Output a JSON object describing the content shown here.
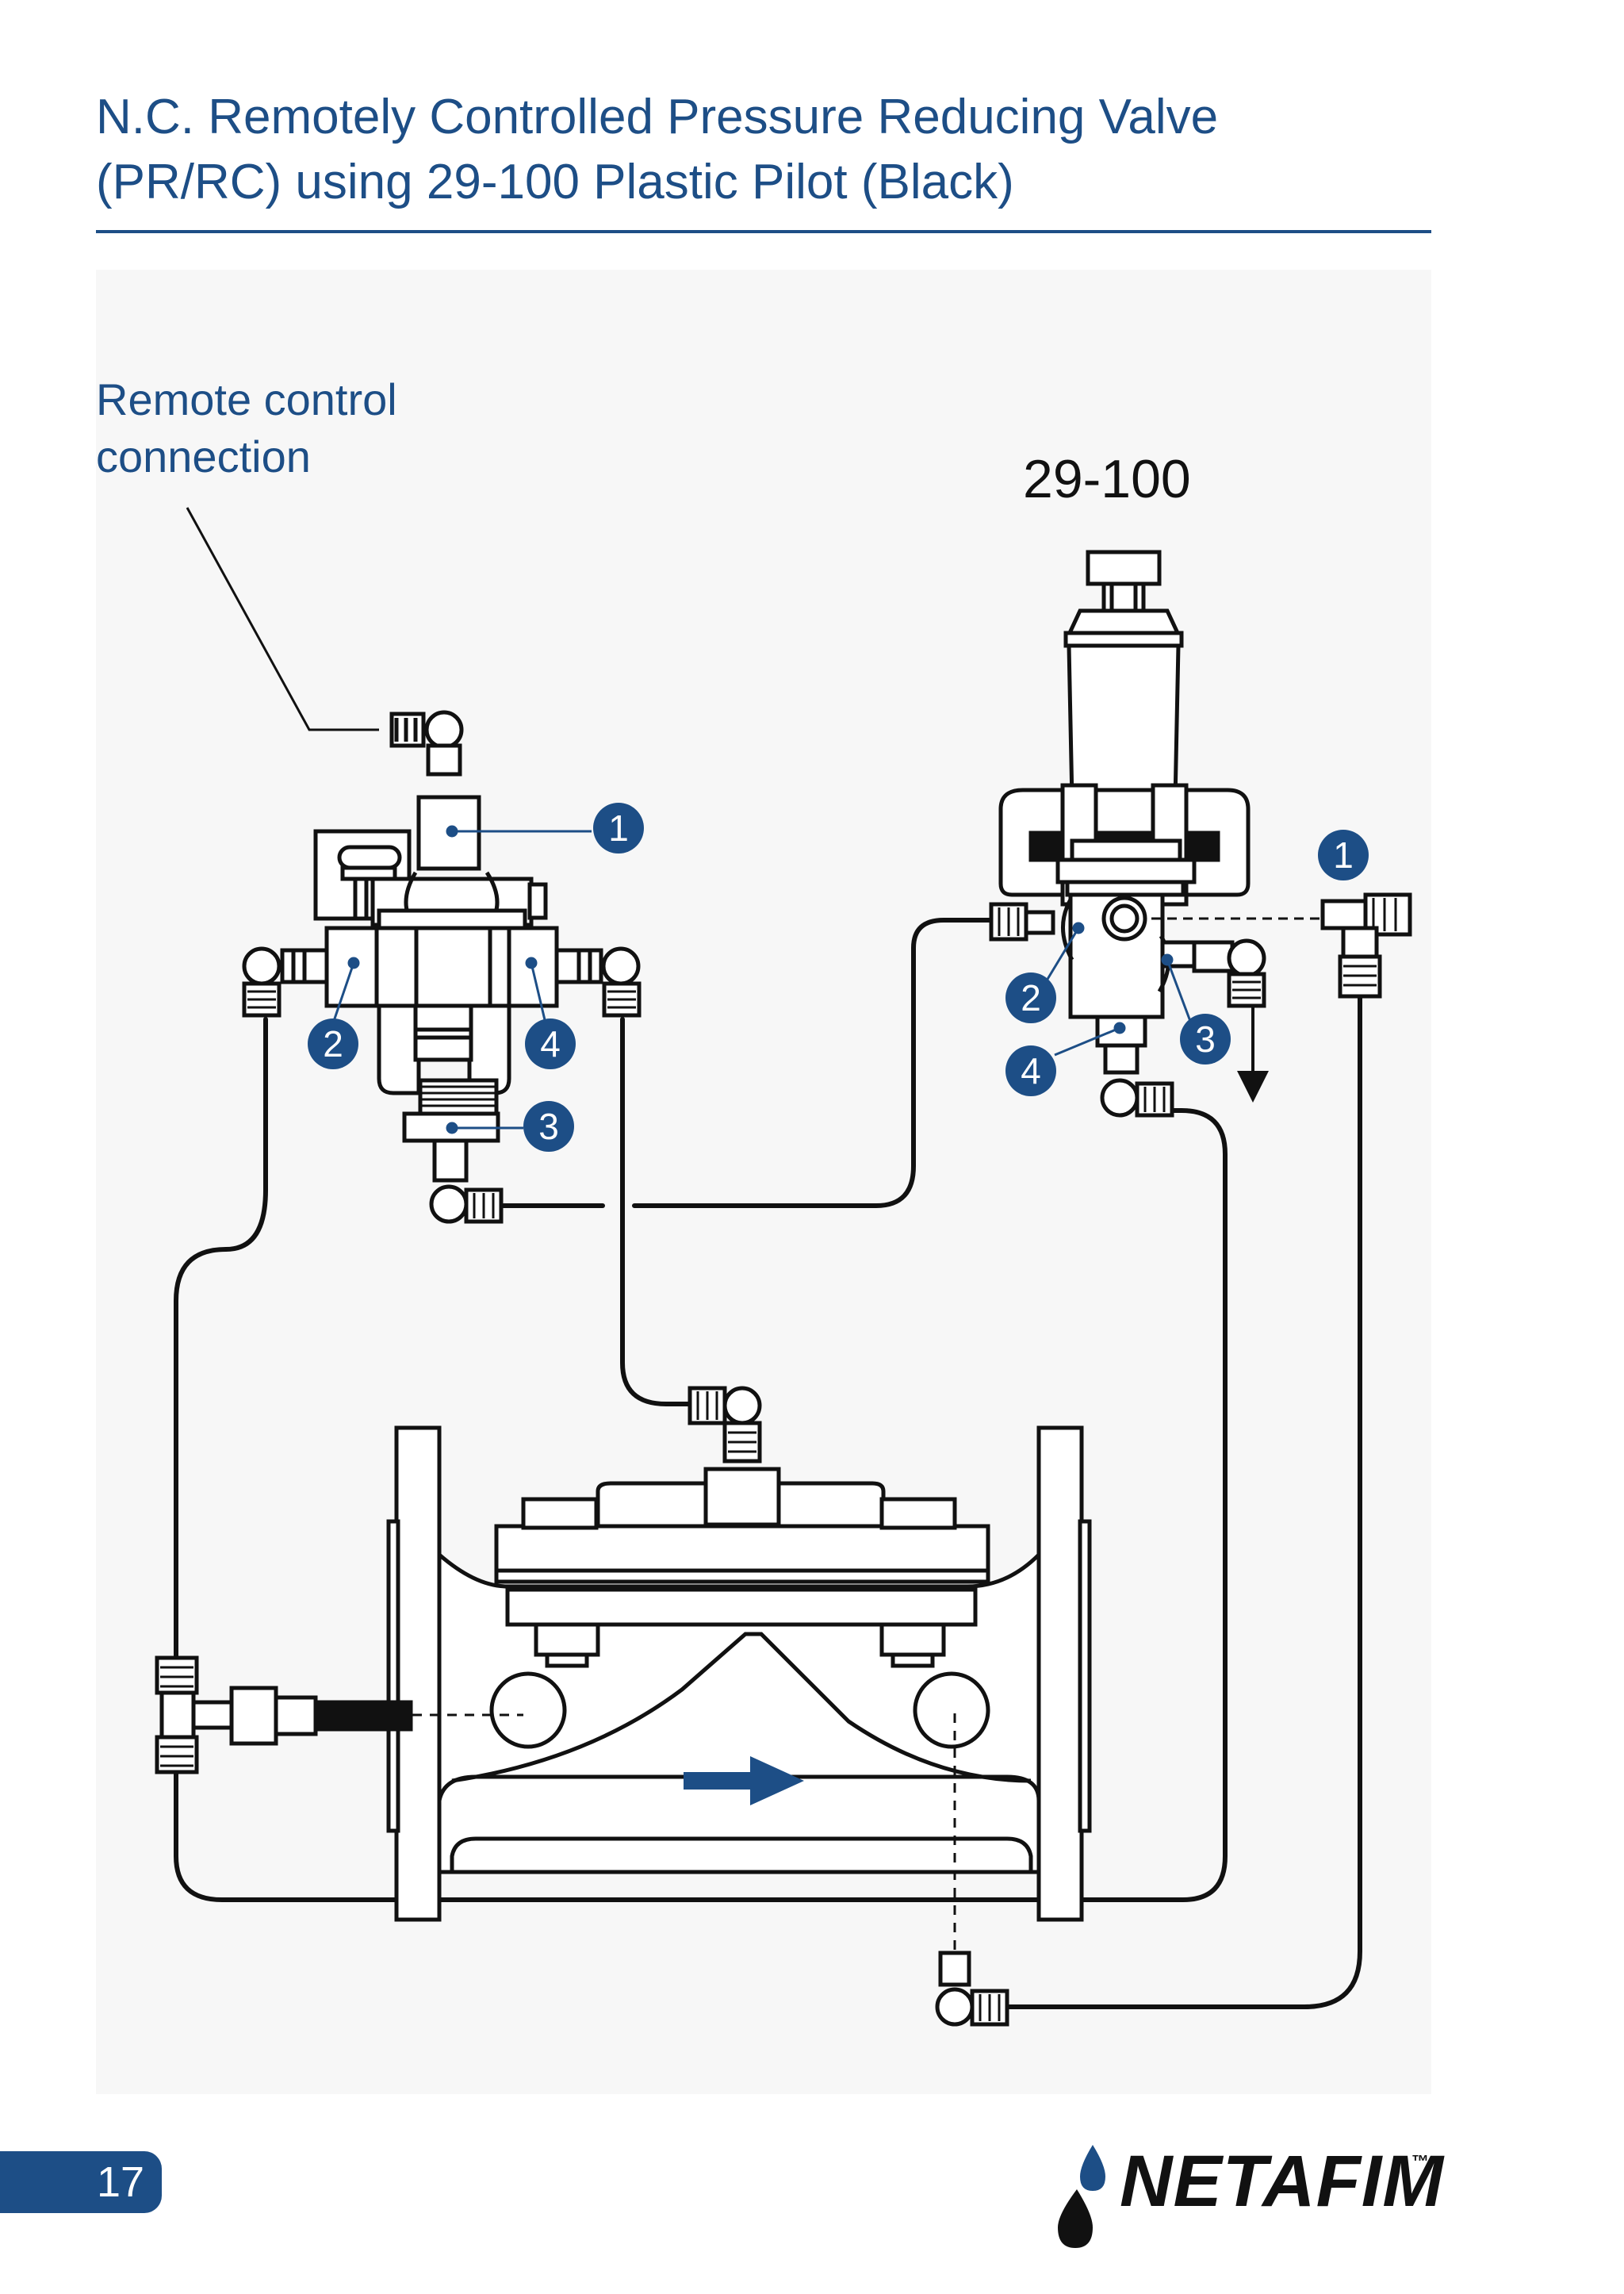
{
  "page": {
    "title_line_1": "N.C. Remotely Controlled Pressure Reducing Valve",
    "title_line_2": "(PR/RC) using 29-100 Plastic Pilot (Black)",
    "page_number": "17"
  },
  "callouts": {
    "remote_control_line_1": "Remote control",
    "remote_control_line_2": "connection",
    "pilot_model": "29-100"
  },
  "markers": {
    "solenoid": [
      "1",
      "2",
      "3",
      "4"
    ],
    "pilot": [
      "1",
      "2",
      "3",
      "4"
    ]
  },
  "brand": {
    "wordmark": "NETAFIM",
    "trademark": "™"
  },
  "colors": {
    "brand_blue": "#1d4e86",
    "line": "#111111",
    "background": "#ffffff"
  },
  "icons": [
    "droplet-icon",
    "flow-arrow-icon",
    "drain-arrow-icon"
  ]
}
